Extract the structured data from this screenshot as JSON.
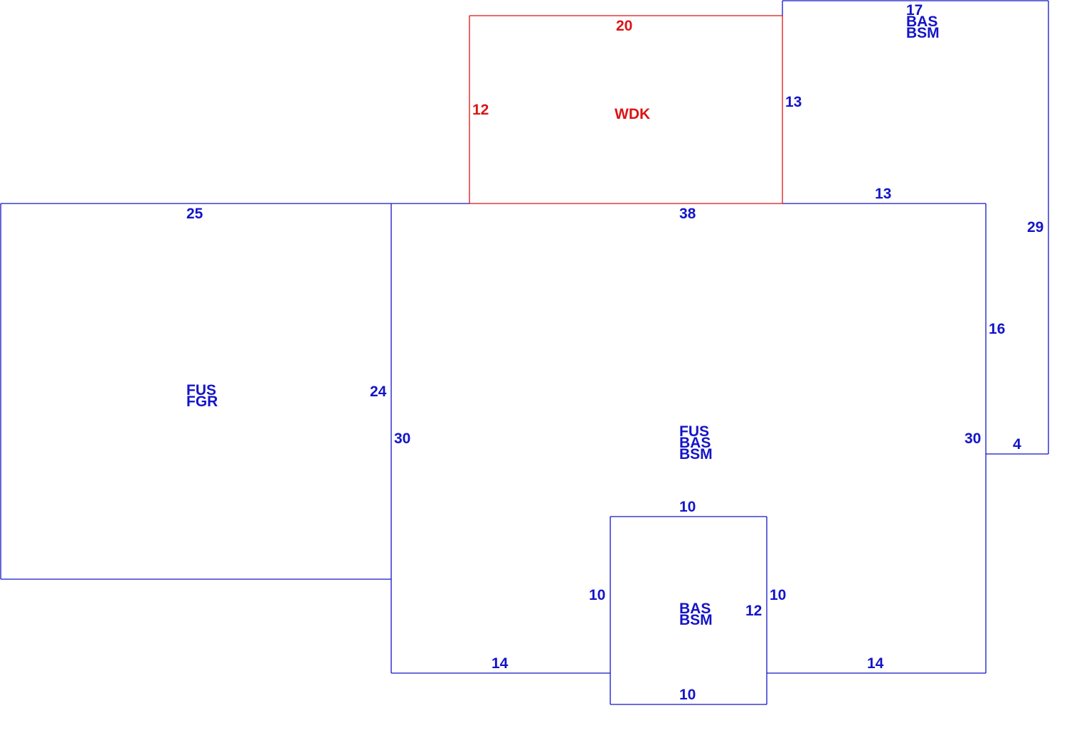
{
  "colors": {
    "primary": "#1414c8",
    "deck": "#dc1414",
    "background": "#ffffff"
  },
  "areas": {
    "wood_deck": {
      "code": "WDK",
      "dims": {
        "top": "20",
        "left": "12",
        "right": "13"
      }
    },
    "garage": {
      "codes": [
        "FUS",
        "FGR"
      ],
      "dims": {
        "top": "25",
        "right": "24"
      }
    },
    "main": {
      "codes": [
        "FUS",
        "BAS",
        "BSM"
      ],
      "dims": {
        "top": "38",
        "left": "30",
        "right": "30",
        "right_upper": "16",
        "bottom_left": "14",
        "bottom_right": "14"
      }
    },
    "rear_wing": {
      "codes": [
        "BAS",
        "BSM"
      ],
      "dims": {
        "top": "17",
        "bottom": "13",
        "right": "29",
        "bottom_right": "4"
      }
    },
    "bump_out": {
      "codes": [
        "BAS",
        "BSM"
      ],
      "dims": {
        "top": "10",
        "left": "10",
        "right": "10",
        "inner_right": "12",
        "bottom": "10"
      }
    }
  }
}
